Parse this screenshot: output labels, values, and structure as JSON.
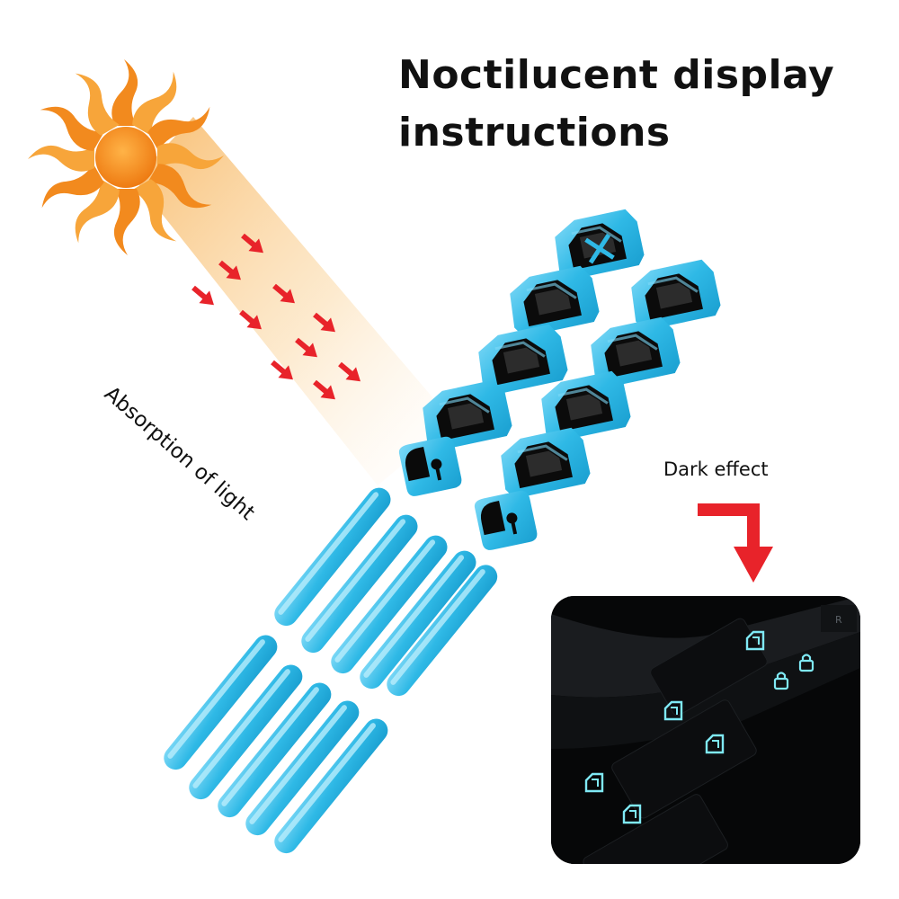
{
  "title": {
    "line1": "Noctilucent display",
    "line2": "instructions"
  },
  "labels": {
    "absorption": "Absorption of light",
    "dark_effect": "Dark effect",
    "panel_corner": "R"
  },
  "icons": {
    "sun": "sun-icon",
    "arrows": "red-arrow-icon",
    "bent_arrow": "bent-arrow-down-icon",
    "window": "window-lift-icon",
    "window_disable": "window-lock-x-icon",
    "lock": "door-lock-icon"
  },
  "colors": {
    "sticker_blue": "#2fb9e6",
    "sun_orange": "#f28a1e",
    "arrow_red": "#e8232a",
    "glow_cyan": "#7fe9f5"
  }
}
